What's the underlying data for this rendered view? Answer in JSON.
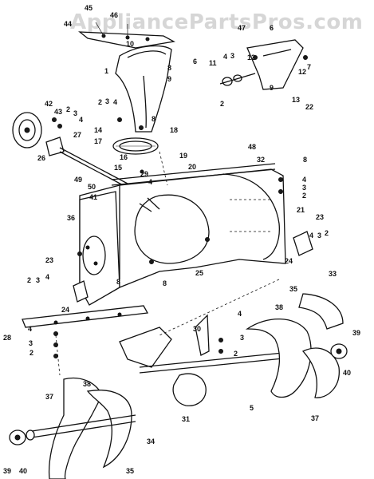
{
  "watermark": "AppliancePartsPros.com",
  "callouts": [
    {
      "id": "c45",
      "text": "45"
    },
    {
      "id": "c44",
      "text": "44"
    },
    {
      "id": "c46",
      "text": "46"
    },
    {
      "id": "c47",
      "text": "47"
    },
    {
      "id": "c6top",
      "text": "6"
    },
    {
      "id": "c10",
      "text": "10"
    },
    {
      "id": "c8a",
      "text": "8"
    },
    {
      "id": "c6",
      "text": "6"
    },
    {
      "id": "c9a",
      "text": "9"
    },
    {
      "id": "c1",
      "text": "1"
    },
    {
      "id": "c3a",
      "text": "3"
    },
    {
      "id": "c4a",
      "text": "4"
    },
    {
      "id": "c12a",
      "text": "12"
    },
    {
      "id": "c11",
      "text": "11"
    },
    {
      "id": "c7",
      "text": "7"
    },
    {
      "id": "c12b",
      "text": "12"
    },
    {
      "id": "c9b",
      "text": "9"
    },
    {
      "id": "c13",
      "text": "13"
    },
    {
      "id": "c2a",
      "text": "2"
    },
    {
      "id": "c22",
      "text": "22"
    },
    {
      "id": "c42",
      "text": "42"
    },
    {
      "id": "c43",
      "text": "43"
    },
    {
      "id": "c2b",
      "text": "2"
    },
    {
      "id": "c3b",
      "text": "3"
    },
    {
      "id": "c4b",
      "text": "4"
    },
    {
      "id": "c2c",
      "text": "2"
    },
    {
      "id": "c3c",
      "text": "3"
    },
    {
      "id": "c4c",
      "text": "4"
    },
    {
      "id": "c8b",
      "text": "8"
    },
    {
      "id": "c14",
      "text": "14"
    },
    {
      "id": "c18",
      "text": "18"
    },
    {
      "id": "c27",
      "text": "27"
    },
    {
      "id": "c17",
      "text": "17"
    },
    {
      "id": "c26",
      "text": "26"
    },
    {
      "id": "c16",
      "text": "16"
    },
    {
      "id": "c19",
      "text": "19"
    },
    {
      "id": "c15",
      "text": "15"
    },
    {
      "id": "c48",
      "text": "48"
    },
    {
      "id": "c8c",
      "text": "8"
    },
    {
      "id": "c29",
      "text": "29"
    },
    {
      "id": "c20",
      "text": "20"
    },
    {
      "id": "c32",
      "text": "32"
    },
    {
      "id": "c49",
      "text": "49"
    },
    {
      "id": "c4d",
      "text": "4"
    },
    {
      "id": "c50",
      "text": "50"
    },
    {
      "id": "c41",
      "text": "41"
    },
    {
      "id": "c4e",
      "text": "4"
    },
    {
      "id": "c3d",
      "text": "3"
    },
    {
      "id": "c2d",
      "text": "2"
    },
    {
      "id": "c36",
      "text": "36"
    },
    {
      "id": "c21",
      "text": "21"
    },
    {
      "id": "c23a",
      "text": "23"
    },
    {
      "id": "c4f",
      "text": "4"
    },
    {
      "id": "c3e",
      "text": "3"
    },
    {
      "id": "c2e",
      "text": "2"
    },
    {
      "id": "c23b",
      "text": "23"
    },
    {
      "id": "c24a",
      "text": "24"
    },
    {
      "id": "c25",
      "text": "25"
    },
    {
      "id": "c8d",
      "text": "8"
    },
    {
      "id": "c2f",
      "text": "2"
    },
    {
      "id": "c3f",
      "text": "3"
    },
    {
      "id": "c4g",
      "text": "4"
    },
    {
      "id": "c8e",
      "text": "8"
    },
    {
      "id": "c35a",
      "text": "35"
    },
    {
      "id": "c33",
      "text": "33"
    },
    {
      "id": "c24b",
      "text": "24"
    },
    {
      "id": "c38a",
      "text": "38"
    },
    {
      "id": "c4h",
      "text": "4"
    },
    {
      "id": "c30",
      "text": "30"
    },
    {
      "id": "c3g",
      "text": "3"
    },
    {
      "id": "c2g",
      "text": "2"
    },
    {
      "id": "c28",
      "text": "28"
    },
    {
      "id": "c4i",
      "text": "4"
    },
    {
      "id": "c3h",
      "text": "3"
    },
    {
      "id": "c2h",
      "text": "2"
    },
    {
      "id": "c39a",
      "text": "39"
    },
    {
      "id": "c40a",
      "text": "40"
    },
    {
      "id": "c37a",
      "text": "37"
    },
    {
      "id": "c38b",
      "text": "38"
    },
    {
      "id": "c31",
      "text": "31"
    },
    {
      "id": "c5",
      "text": "5"
    },
    {
      "id": "c37b",
      "text": "37"
    },
    {
      "id": "c34",
      "text": "34"
    },
    {
      "id": "c39b",
      "text": "39"
    },
    {
      "id": "c40b",
      "text": "40"
    },
    {
      "id": "c35b",
      "text": "35"
    }
  ]
}
